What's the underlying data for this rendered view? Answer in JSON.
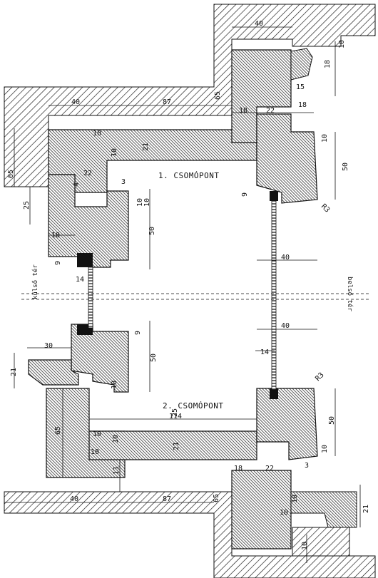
{
  "labels": {
    "node1": "1. CSOMÓPONT",
    "node2": "2. CSOMÓPONT",
    "outside": "külső tér",
    "inside": "belső tér"
  },
  "dimensions": {
    "top_wall_40": "40",
    "top_10": "10",
    "top_18": "18",
    "top_15": "15",
    "top_18b": "18",
    "top_22": "22",
    "top_18c": "18",
    "wall_40": "40",
    "wall_87": "87",
    "wall_65": "65",
    "left_65": "65",
    "left_25": "25",
    "sash_10a": "10",
    "sash_10b": "10",
    "sash_21": "21",
    "sash_22": "22",
    "sash_4": "4",
    "sash_3": "3",
    "node1_10a": "10",
    "node1_10b": "10",
    "node1_50": "50",
    "node1_9": "9",
    "right_10": "10",
    "right_50": "50",
    "right_r3": "R3",
    "left_18": "18",
    "left_9": "9",
    "left_14": "14",
    "mid_40a": "40",
    "mid_40b": "40",
    "mid_14": "14",
    "low_9": "9",
    "low_50": "50",
    "low_30": "30",
    "low_21": "21",
    "low_10": "10",
    "low_r3": "R3",
    "low_25": "25",
    "low_114": "114",
    "low_65": "65",
    "low_10a": "10",
    "low_10b": "10",
    "low_21b": "21",
    "low_10c": "10",
    "low_11": "11",
    "low_50r": "50",
    "low_10r": "10",
    "low_3": "3",
    "bot_18": "18",
    "bot_22": "22",
    "bot_40": "40",
    "bot_87": "87",
    "bot_65": "65",
    "bot_10": "10",
    "bot_10b": "10",
    "bot_21": "21",
    "bot_10c": "10"
  }
}
